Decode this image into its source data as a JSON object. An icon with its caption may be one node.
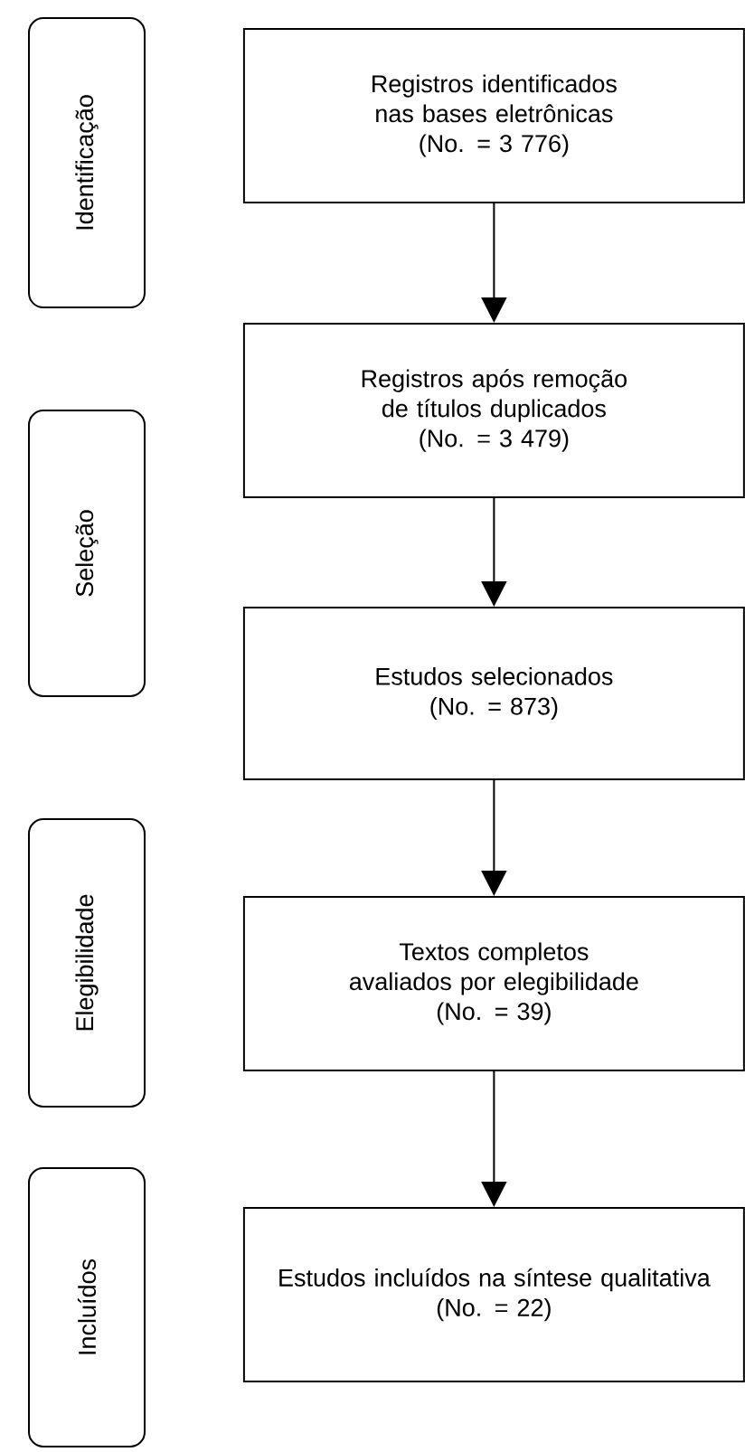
{
  "diagram": {
    "nodes": [
      {
        "text": [
          "Registros identificados nas bases eletrônicas",
          "(No. = 3 776)"
        ]
      },
      {
        "text": [
          "Registros após remoção de títulos duplicados",
          "(No. = 3 479)"
        ]
      },
      {
        "text": [
          "Estudos selecionados",
          "(No. = 873)"
        ]
      },
      {
        "text": [
          "Textos completos avaliados por elegibilidade",
          "(No. = 39)"
        ]
      },
      {
        "text": [
          "Estudos incluídos na síntese qualitativa",
          "(No. = 22)"
        ]
      },
      {
        "text": [
          "Identificação"
        ]
      },
      {
        "text": [
          "Seleção"
        ]
      },
      {
        "text": [
          "Elegibilidade"
        ]
      },
      {
        "text": [
          "Incluídos"
        ]
      }
    ],
    "edges": [
      {
        "from": 0,
        "to": 1,
        "arrow": "to"
      },
      {
        "from": 1,
        "to": 2,
        "arrow": "to"
      },
      {
        "from": 2,
        "to": 3,
        "arrow": "to"
      },
      {
        "from": 3,
        "to": 4,
        "arrow": "to"
      }
    ]
  }
}
